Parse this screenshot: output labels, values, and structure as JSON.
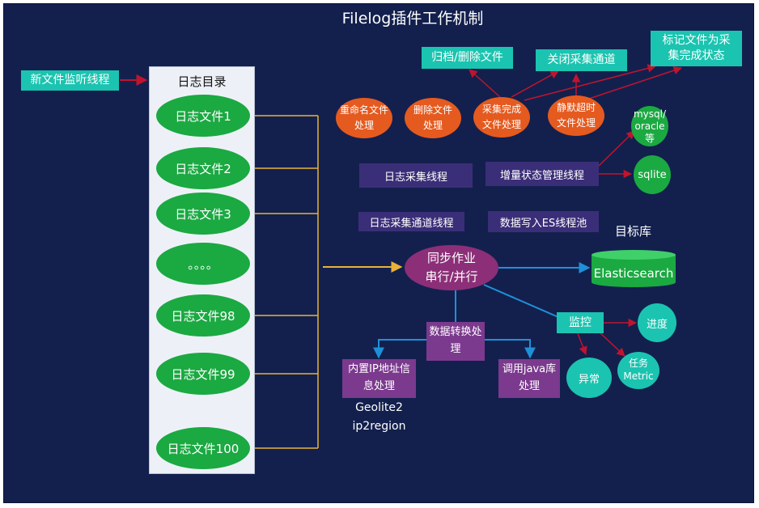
{
  "title": "Filelog插件工作机制",
  "monitor_thread": "新文件监听线程",
  "log_dir": {
    "title": "日志目录",
    "files": [
      "日志文件1",
      "日志文件2",
      "日志文件3",
      "。。。。",
      "日志文件98",
      "日志文件99",
      "日志文件100"
    ]
  },
  "actions": {
    "archive": "归档/删除文件",
    "close_channel": "关闭采集通道",
    "mark_done_line1": "标记文件为采",
    "mark_done_line2": "集完成状态"
  },
  "handlers": [
    {
      "line1": "重命名文件",
      "line2": "处理"
    },
    {
      "line1": "删除文件",
      "line2": "处理"
    },
    {
      "line1": "采集完成",
      "line2": "文件处理"
    },
    {
      "line1": "静默超时",
      "line2": "文件处理"
    }
  ],
  "threads": {
    "collect": "日志采集线程",
    "incremental": "增量状态管理线程",
    "channel": "日志采集通道线程",
    "es_pool": "数据写入ES线程池"
  },
  "stores": {
    "mysql_line1": "mysql/",
    "mysql_line2": "oracle",
    "mysql_line3": "等",
    "sqlite": "sqlite",
    "target_label": "目标库",
    "elasticsearch": "Elasticsearch"
  },
  "sync": {
    "line1": "同步作业",
    "line2": "串行/并行"
  },
  "monitor": {
    "label": "监控",
    "progress": "进度",
    "task_line1": "任务",
    "task_line2": "Metric",
    "error": "异常"
  },
  "transform": {
    "line1": "数据转换处",
    "line2": "理"
  },
  "ip": {
    "line1": "内置IP地址信",
    "line2": "息处理",
    "geo1": "Geolite2",
    "geo2": "ip2region"
  },
  "java": {
    "line1": "调用java库",
    "line2": "处理"
  },
  "colors": {
    "background": "#13204d",
    "teal": "#1bc4b0",
    "green": "#1ba942",
    "orange": "#e55a1f",
    "purple_dark": "#3b2e78",
    "purple": "#7b3a8e",
    "sync_purple": "#8c2f78",
    "arrow_red": "#c0142e",
    "arrow_blue": "#1e90d8",
    "connector_gold": "#e8b23a"
  }
}
